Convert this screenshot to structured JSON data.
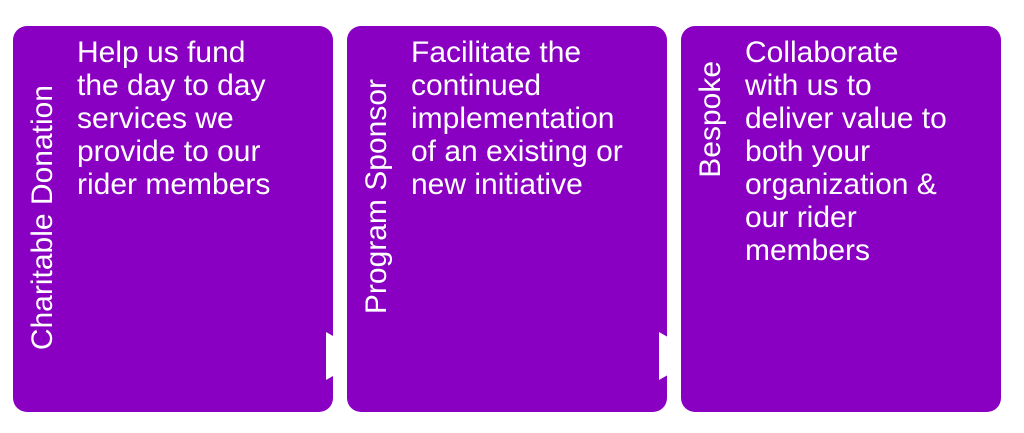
{
  "colors": {
    "card_fill": "#8a00c2",
    "text": "#ffffff",
    "arrow": "#ffffff"
  },
  "cards": [
    {
      "label": "Charitable Donation",
      "text": "Help us fund\nthe day to day\nservices we\nprovide to our\nrider members"
    },
    {
      "label": "Program Sponsor",
      "text": "Facilitate the\ncontinued\nimplementation\nof an existing or\nnew initiative"
    },
    {
      "label": "Bespoke",
      "text": "Collaborate\nwith us to\ndeliver value to\nboth your\norganization &\nour rider\nmembers"
    }
  ],
  "connector_icon": "triangle-arrow-right-icon"
}
